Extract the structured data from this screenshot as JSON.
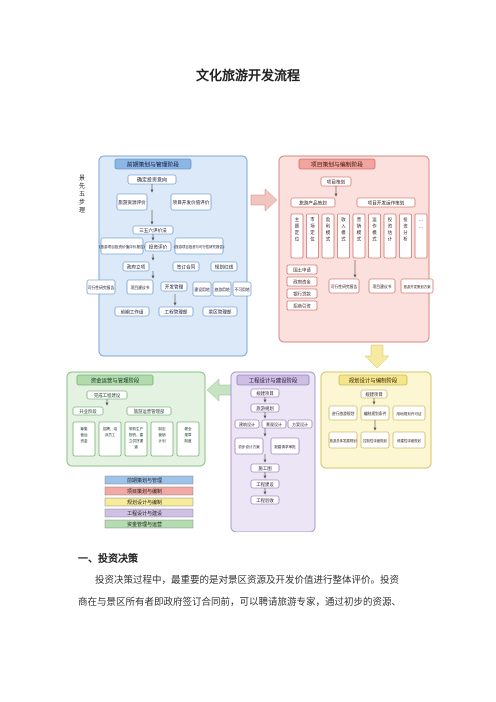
{
  "doc": {
    "title": "文化旅游开发流程",
    "section_heading": "一、投资决策",
    "para_line1": "投资决策过程中，最重要的是对景区资源及开发价值进行整体评价。投资",
    "para_line2": "商在与景区所有者即政府签订合同前，可以聘请旅游专家，通过初步的资源、"
  },
  "diagram": {
    "side_label": "景先五步理",
    "blue": {
      "header": "前期策划与管理阶段",
      "n1": "确定投资意向",
      "n2": "旅游资源评价",
      "n3": "项目开发价值评价",
      "n4": "三五六评价法",
      "n5": "《旅游项目投资价值评价报告》",
      "n6": "投资评价",
      "n7": "《旅游项目投资与可行性研究报告》",
      "n8": "政府立项",
      "n9": "签订合同",
      "n10": "规划红线",
      "n11": "可行性研究报告",
      "n12": "项目建议书",
      "n13": "开发管理",
      "n14": "建设用地",
      "n15": "旅游用地",
      "n16": "不可用地",
      "n17": "前期工作组",
      "n18": "工程管理部",
      "n19": "景区管理部"
    },
    "red": {
      "header": "项目策划与编制阶段",
      "n1": "项目策划",
      "n2": "旅游产品策划",
      "n3": "项目开发运作策划",
      "cols": [
        "主题定位",
        "市场定位",
        "盈利模式",
        "收入模式",
        "营销模式",
        "运作模式",
        "投资估计",
        "投资分析",
        "……"
      ],
      "side": [
        "国土申请",
        "政府资金",
        "银行贷款",
        "招商引资"
      ],
      "b1": "可行性研究报告",
      "b2": "项目建议书",
      "b3": "旅游开发策划方案"
    },
    "yellow": {
      "header": "规划设计与编制阶段",
      "n1": "规建项目",
      "n2": "进行旅游规划",
      "n3": "编制规划条件",
      "n4": "用地规划许可证",
      "n5": "旅游总体发展规划",
      "n6": "控制性详细规划",
      "n7": "修建性详细规划"
    },
    "purple": {
      "header": "工程设计与建设阶段",
      "n1": "规建项目",
      "n2": "旅游规划",
      "n3": "建筑设计",
      "n4": "景观设计",
      "n5": "方案设计",
      "n6": "初步设计方案",
      "n7": "报建请求审批",
      "n8": "施工图",
      "n9": "工程建设",
      "n10": "工程验收"
    },
    "green": {
      "header": "资金运营与管理阶段",
      "n1": "完成工程建设",
      "n2": "开业阶段",
      "n3": "旅游运营管理部",
      "cols": [
        "筹集营运资金",
        "招聘、培训员工",
        "采购生产物资，建立供货渠道",
        "制定营销计划",
        "健全规章制度"
      ]
    },
    "legend": [
      {
        "label": "前期策划与管理",
        "color": "#9ec3ea"
      },
      {
        "label": "项目策划与编制",
        "color": "#f3a8a3"
      },
      {
        "label": "规划设计与编制",
        "color": "#f7eb9c"
      },
      {
        "label": "工程设计与建设",
        "color": "#cfc0e4"
      },
      {
        "label": "资金管理与运营",
        "color": "#b3dcb0"
      }
    ]
  }
}
